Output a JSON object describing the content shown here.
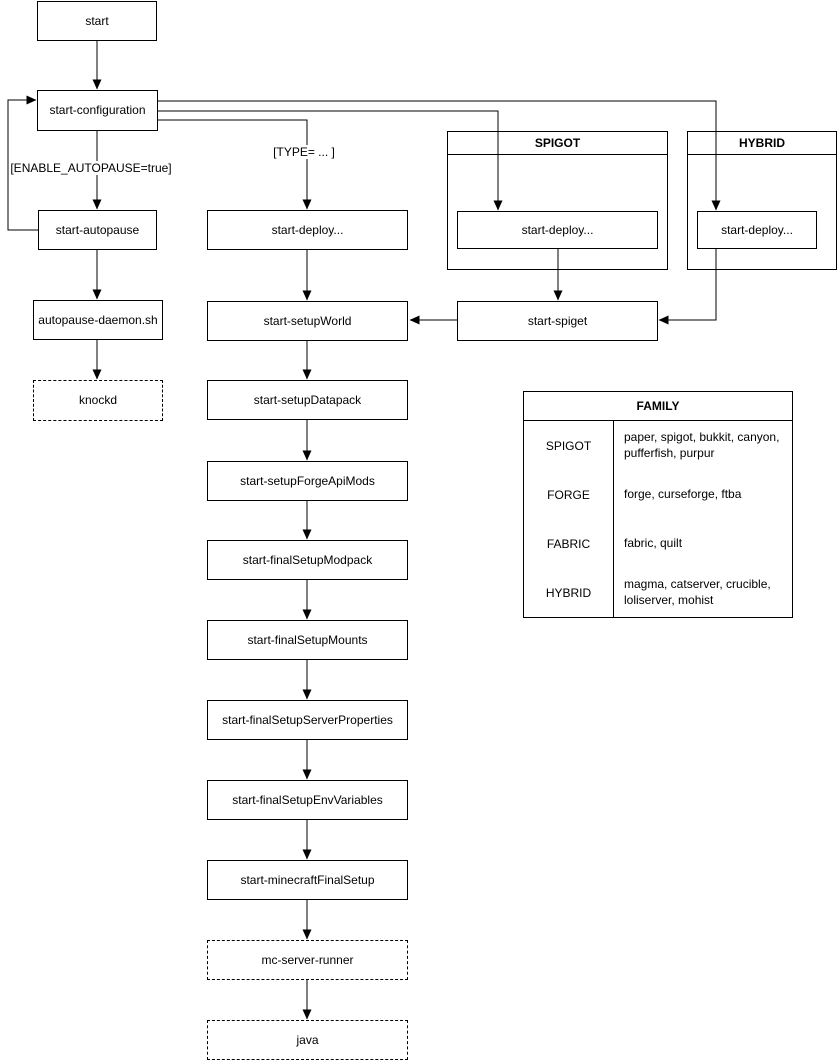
{
  "diagram": {
    "nodes": {
      "start": "start",
      "start_configuration": "start-configuration",
      "start_autopause": "start-autopause",
      "autopause_daemon": "autopause-daemon.sh",
      "knockd": "knockd",
      "start_deploy_middle": "start-deploy...",
      "start_setupWorld": "start-setupWorld",
      "start_setupDatapack": "start-setupDatapack",
      "start_setupForgeApiMods": "start-setupForgeApiMods",
      "start_finalSetupModpack": "start-finalSetupModpack",
      "start_finalSetupMounts": "start-finalSetupMounts",
      "start_finalSetupServerProperties": "start-finalSetupServerProperties",
      "start_finalSetupEnvVariables": "start-finalSetupEnvVariables",
      "start_minecraftFinalSetup": "start-minecraftFinalSetup",
      "mc_server_runner": "mc-server-runner",
      "java": "java",
      "spigot_deploy": "start-deploy...",
      "hybrid_deploy": "start-deploy...",
      "start_spiget": "start-spiget"
    },
    "containers": {
      "spigot": "SPIGOT",
      "hybrid": "HYBRID"
    },
    "edge_labels": {
      "enable_autopause": "[ENABLE_AUTOPAUSE=true]",
      "type": "[TYPE= ... ]"
    },
    "colors": {
      "line": "#000000",
      "box_border": "#000000",
      "box_fill": "#ffffff",
      "background": "#ffffff",
      "text": "#000000"
    }
  },
  "family_table": {
    "title": "FAMILY",
    "rows": [
      {
        "family": "SPIGOT",
        "servers": "paper, spigot, bukkit, canyon, pufferfish, purpur"
      },
      {
        "family": "FORGE",
        "servers": "forge, curseforge, ftba"
      },
      {
        "family": "FABRIC",
        "servers": "fabric, quilt"
      },
      {
        "family": "HYBRID",
        "servers": "magma, catserver, crucible, loliserver, mohist"
      }
    ]
  }
}
